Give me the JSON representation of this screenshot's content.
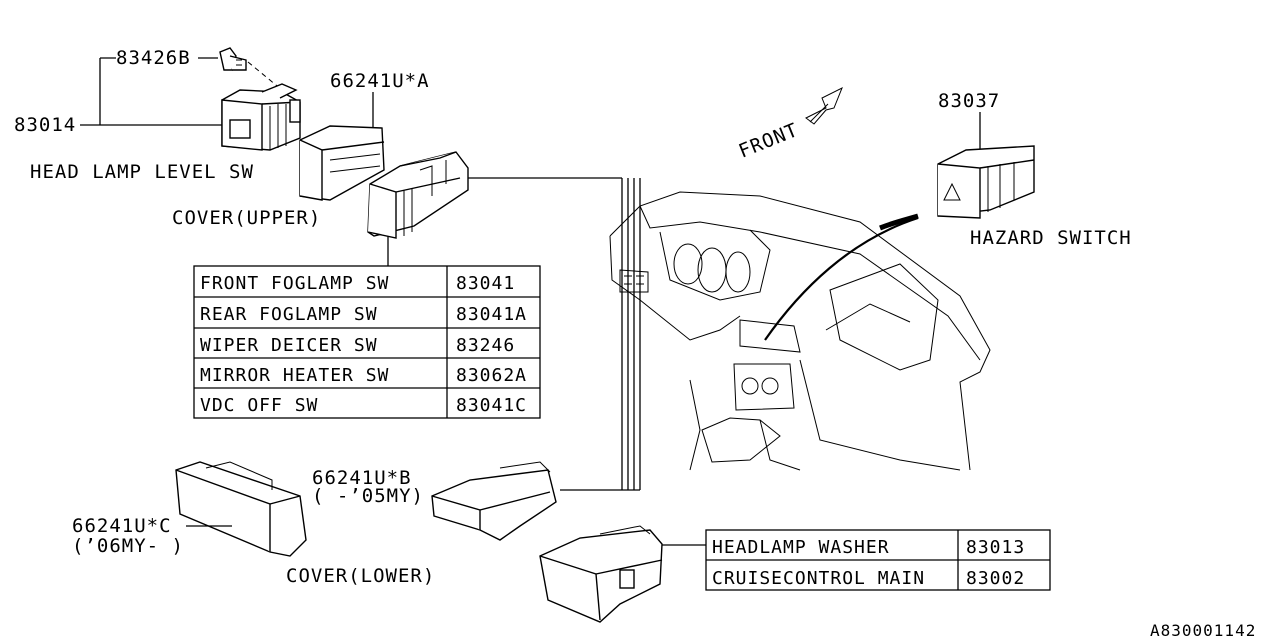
{
  "labels": {
    "bolt_part": "83426B",
    "head_lamp_part": "83014",
    "head_lamp_name": "HEAD LAMP LEVEL SW",
    "cover_upper_part": "66241U*A",
    "cover_upper_name": "COVER(UPPER)",
    "front_arrow": "FRONT",
    "hazard_part": "83037",
    "hazard_name": "HAZARD SWITCH",
    "cover_lower_b_part": "66241U*B",
    "cover_lower_b_years": "( -’05MY)",
    "cover_lower_c_part": "66241U*C",
    "cover_lower_c_years": "(’06MY- )",
    "cover_lower_name": "COVER(LOWER)",
    "diagram_id": "A830001142"
  },
  "switch_table": [
    {
      "name": "FRONT FOGLAMP SW",
      "part": "83041"
    },
    {
      "name": "REAR FOGLAMP SW",
      "part": "83041A"
    },
    {
      "name": "WIPER DEICER SW",
      "part": "83246"
    },
    {
      "name": "MIRROR HEATER SW",
      "part": "83062A"
    },
    {
      "name": "VDC OFF SW",
      "part": "83041C"
    }
  ],
  "lower_table": [
    {
      "name": "HEADLAMP WASHER",
      "part": "83013"
    },
    {
      "name": "CRUISECONTROL MAIN",
      "part": "83002"
    }
  ]
}
